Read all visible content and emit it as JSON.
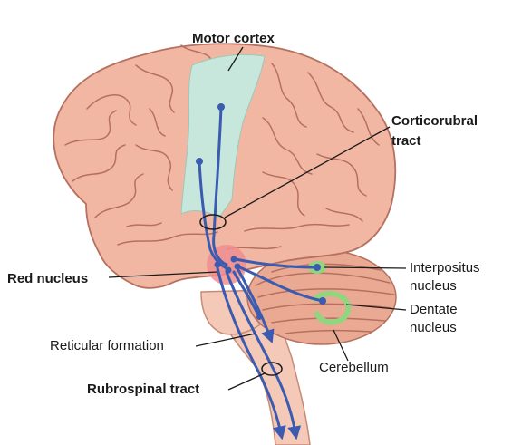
{
  "labels": {
    "motor_cortex": "Motor cortex",
    "corticorubral_line1": "Corticorubral",
    "corticorubral_line2": "tract",
    "red_nucleus": "Red nucleus",
    "interpositus_line1": "Interpositus",
    "interpositus_line2": "nucleus",
    "dentate_line1": "Dentate",
    "dentate_line2": "nucleus",
    "reticular_formation": "Reticular formation",
    "cerebellum": "Cerebellum",
    "rubrospinal_tract": "Rubrospinal tract"
  },
  "colors": {
    "cerebrum": "#f2b7a3",
    "gyrus_line": "#b5705f",
    "motor_cortex": "#c7e6dc",
    "red_nucleus": "#ef8e91",
    "cerebellar_nuclei": "#8fd67f",
    "tract": "#3a5bb0",
    "brainstem": "#f4c9b8"
  }
}
